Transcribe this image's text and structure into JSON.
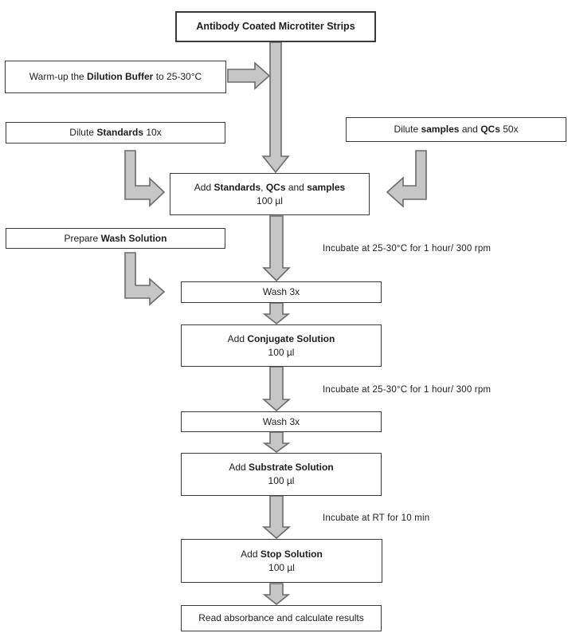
{
  "colors": {
    "background": "#ffffff",
    "box_fill": "#ffffff",
    "box_border": "#3a3a3a",
    "arrow_fill": "#c6c6c6",
    "arrow_stroke": "#6b6b6b",
    "text": "#1d1d1d"
  },
  "flow": {
    "antibody": {
      "text": "Antibody Coated Microtiter Strips"
    },
    "warmup": {
      "pre": "Warm-up the ",
      "bold": "Dilution Buffer",
      "post": " to 25-30°C"
    },
    "dilute_standards": {
      "pre": "Dilute ",
      "bold": "Standards",
      "post": " 10x"
    },
    "dilute_samples": {
      "pre": "Dilute ",
      "bold1": "samples",
      "mid": " and ",
      "bold2": "QCs",
      "post": " 50x"
    },
    "add_standards": {
      "pre": "Add ",
      "bold1": "Standards",
      "mid1": ", ",
      "bold2": "QCs",
      "mid2": " and ",
      "bold3": "samples",
      "volume": "100 µl"
    },
    "prepare_wash": {
      "pre": "Prepare ",
      "bold": "Wash Solution"
    },
    "wash1": {
      "text": "Wash 3x"
    },
    "conjugate": {
      "pre": "Add ",
      "bold": "Conjugate Solution",
      "volume": "100 µl"
    },
    "wash2": {
      "text": "Wash 3x"
    },
    "substrate": {
      "pre": "Add ",
      "bold": "Substrate Solution",
      "volume": "100 µl"
    },
    "stop": {
      "pre": "Add ",
      "bold": "Stop Solution",
      "volume": "100 µl"
    },
    "read": {
      "text": "Read absorbance and calculate results"
    }
  },
  "annotations": {
    "incubate_1": "Incubate at 25-30°C for 1 hour/ 300 rpm",
    "incubate_2": "Incubate at 25-30°C for 1 hour/ 300 rpm",
    "incubate_3": "Incubate at RT for 10 min"
  },
  "icons": {
    "down_arrow": "block-arrow-down",
    "right_arrow": "block-arrow-right",
    "elbow_arrow": "bent-arrow"
  }
}
